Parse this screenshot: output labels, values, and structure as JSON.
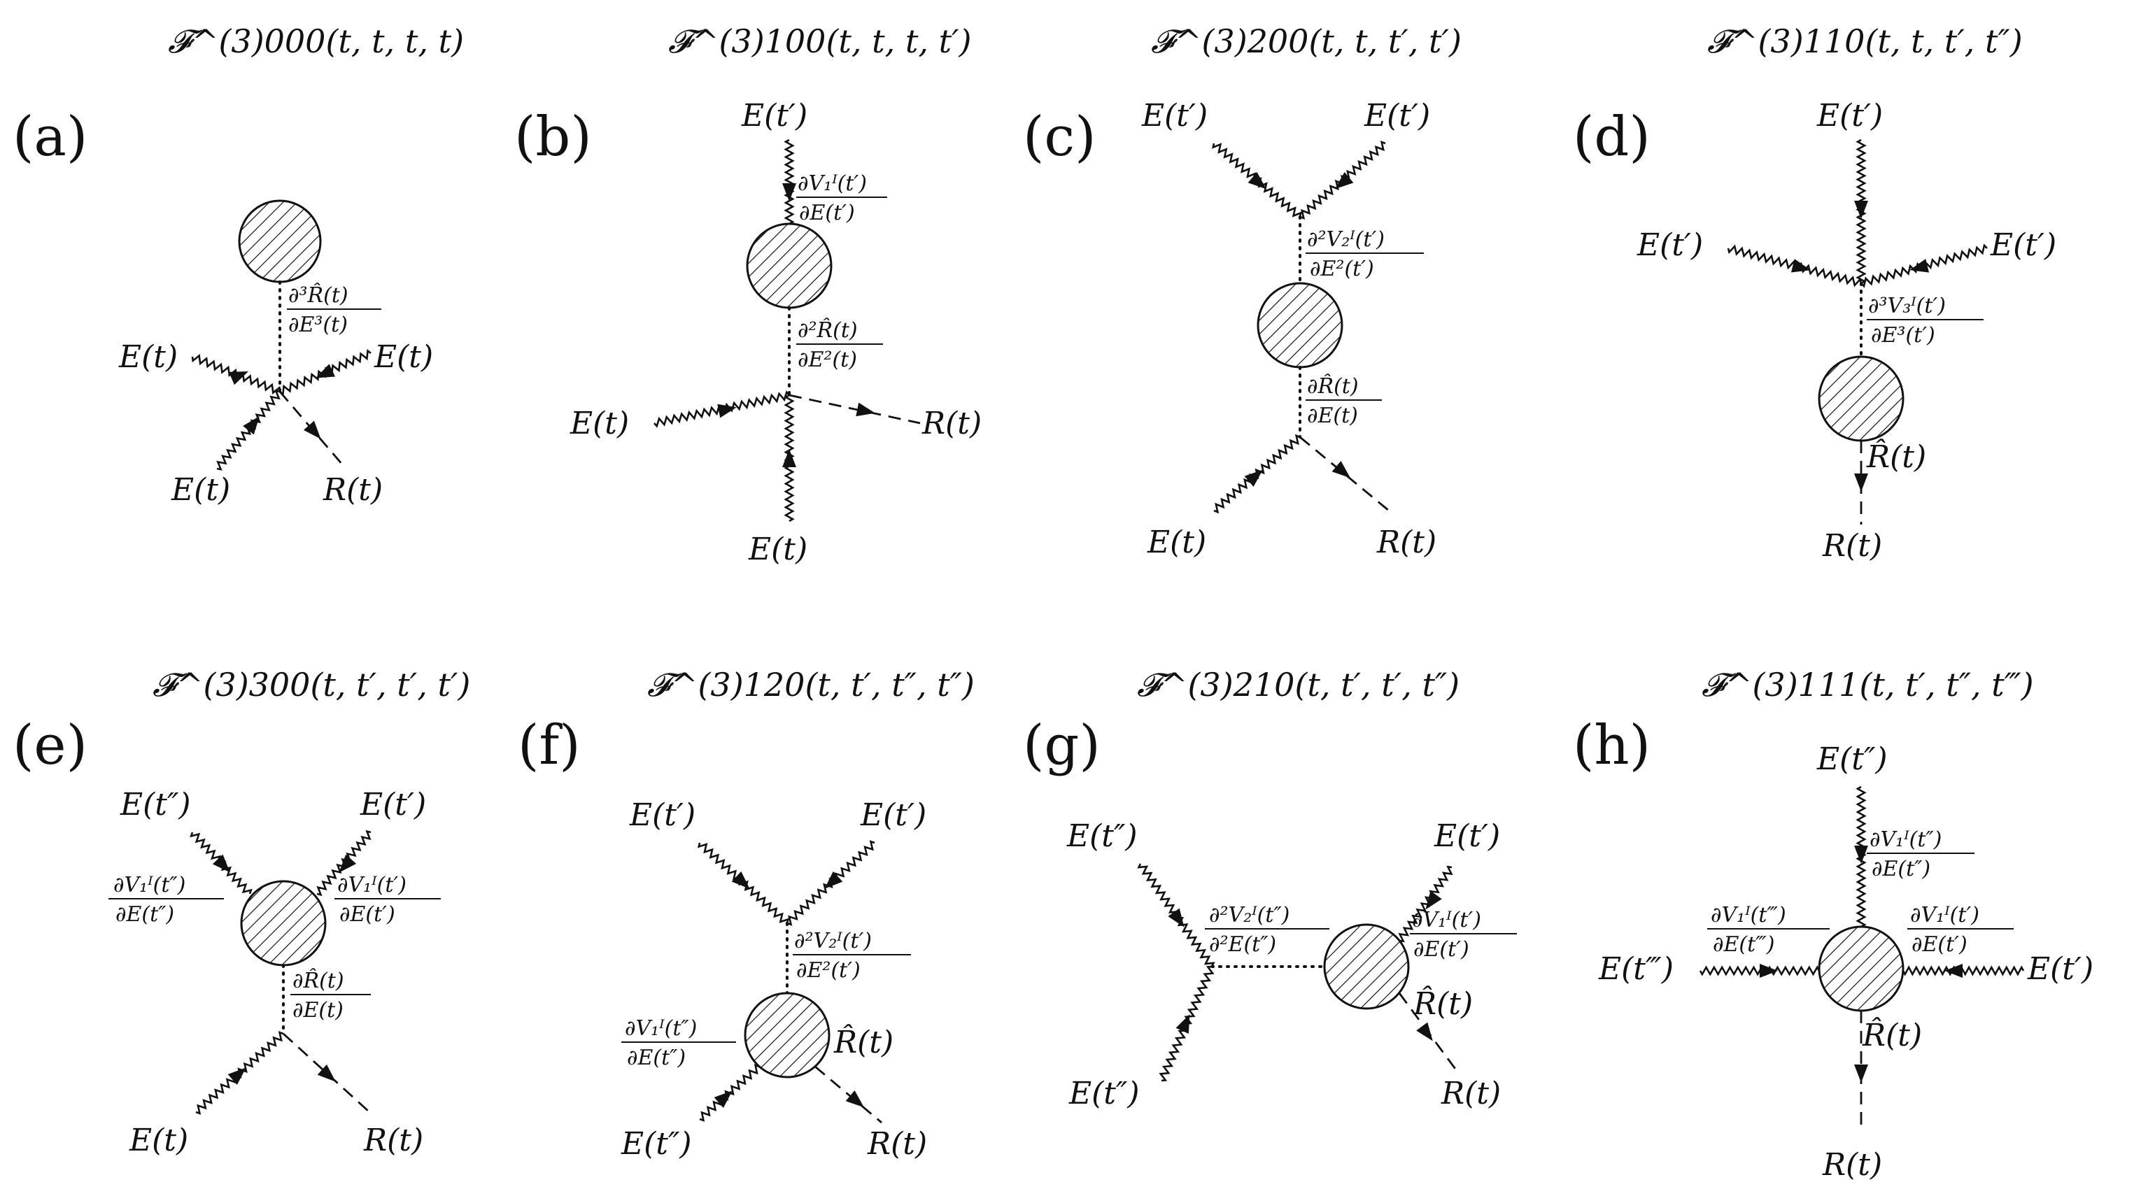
{
  "panels": [
    {
      "id": "a",
      "label": "(a)",
      "title": "𝓕^(3)000(t, t, t, t)",
      "texts": [
        "E(t)",
        "E(t)",
        "E(t)",
        "R(t)"
      ],
      "fracs": [
        [
          "∂³R̂(t)",
          "∂E³(t)"
        ]
      ]
    },
    {
      "id": "b",
      "label": "(b)",
      "title": "𝓕^(3)100(t, t, t, t′)",
      "texts": [
        "E(t′)",
        "E(t)",
        "R(t)",
        "E(t)"
      ],
      "fracs": [
        [
          "∂V₁ᴵ(t′)",
          "∂E(t′)"
        ],
        [
          "∂²R̂(t)",
          "∂E²(t)"
        ]
      ]
    },
    {
      "id": "c",
      "label": "(c)",
      "title": "𝓕^(3)200(t, t, t′, t′)",
      "texts": [
        "E(t′)",
        "E(t′)",
        "E(t)",
        "R(t)"
      ],
      "fracs": [
        [
          "∂²V₂ᴵ(t′)",
          "∂E²(t′)"
        ],
        [
          "∂R̂(t)",
          "∂E(t)"
        ]
      ]
    },
    {
      "id": "d",
      "label": "(d)",
      "title": "𝓕^(3)110(t, t, t′, t″)",
      "texts": [
        "E(t′)",
        "E(t′)",
        "E(t′)",
        "R̂(t)",
        "R(t)"
      ],
      "fracs": [
        [
          "∂³V₃ᴵ(t′)",
          "∂E³(t′)"
        ]
      ]
    },
    {
      "id": "e",
      "label": "(e)",
      "title": "𝓕^(3)300(t, t′, t′, t′)",
      "texts": [
        "E(t″)",
        "E(t′)",
        "E(t)",
        "R(t)"
      ],
      "fracs": [
        [
          "∂V₁ᴵ(t″)",
          "∂E(t″)"
        ],
        [
          "∂V₁ᴵ(t′)",
          "∂E(t′)"
        ],
        [
          "∂R̂(t)",
          "∂E(t)"
        ]
      ]
    },
    {
      "id": "f",
      "label": "(f)",
      "title": "𝓕^(3)120(t, t′, t″, t″)",
      "texts": [
        "E(t′)",
        "E(t′)",
        "R̂(t)",
        "E(t″)",
        "R(t)"
      ],
      "fracs": [
        [
          "∂²V₂ᴵ(t′)",
          "∂E²(t′)"
        ],
        [
          "∂V₁ᴵ(t″)",
          "∂E(t″)"
        ]
      ]
    },
    {
      "id": "g",
      "label": "(g)",
      "title": "𝓕^(3)210(t, t′, t′, t″)",
      "texts": [
        "E(t″)",
        "E(t′)",
        "E(t″)",
        "R̂(t)",
        "R(t)"
      ],
      "fracs": [
        [
          "∂²V₂ᴵ(t″)",
          "∂²E(t″)"
        ],
        [
          "∂V₁ᴵ(t′)",
          "∂E(t′)"
        ]
      ]
    },
    {
      "id": "h",
      "label": "(h)",
      "title": "𝓕^(3)111(t, t′, t″, t‴)",
      "texts": [
        "E(t″)",
        "E(t‴)",
        "E(t′)",
        "R̂(t)",
        "R(t)"
      ],
      "fracs": [
        [
          "∂V₁ᴵ(t″)",
          "∂E(t″)"
        ],
        [
          "∂V₁ᴵ(t‴)",
          "∂E(t‴)"
        ],
        [
          "∂V₁ᴵ(t′)",
          "∂E(t′)"
        ]
      ]
    }
  ]
}
